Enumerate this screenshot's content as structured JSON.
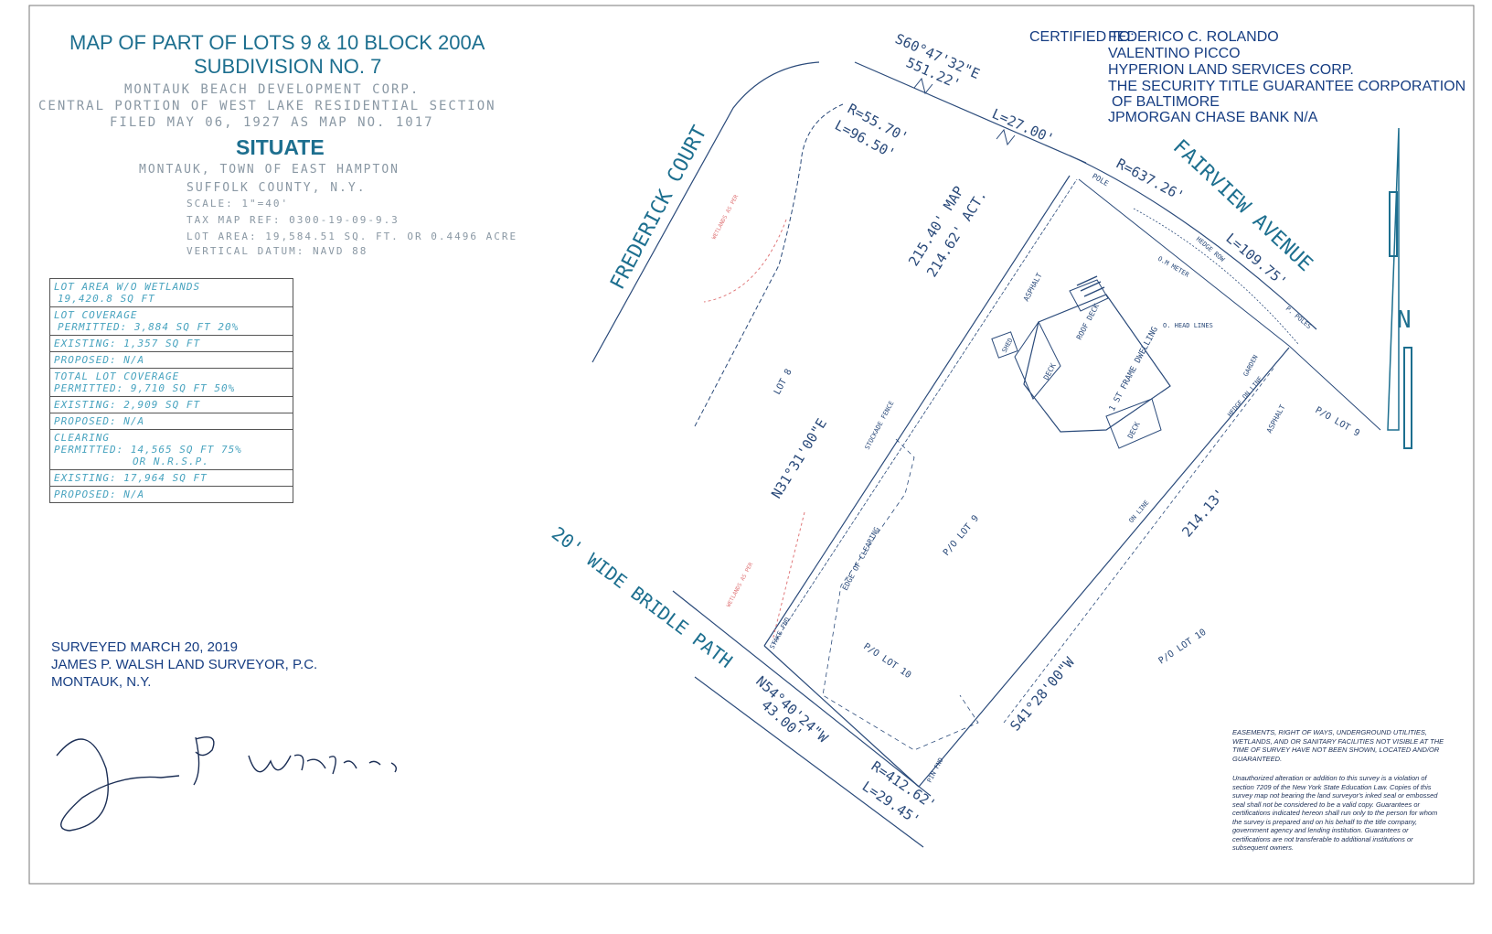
{
  "header": {
    "title_line1": "MAP OF PART OF LOTS 9 & 10 BLOCK 200A",
    "title_line2": "SUBDIVISION NO. 7",
    "dev_corp": "MONTAUK BEACH DEVELOPMENT CORP.",
    "section": "CENTRAL PORTION OF WEST LAKE RESIDENTIAL SECTION",
    "filed": "FILED MAY 06, 1927 AS MAP NO. 1017",
    "situate": "SITUATE",
    "town": "MONTAUK, TOWN OF EAST HAMPTON",
    "county": "SUFFOLK COUNTY, N.Y.",
    "scale": "SCALE: 1\"=40'",
    "tax_map": "TAX MAP REF: 0300-19-09-9.3",
    "lot_area": "LOT AREA: 19,584.51 SQ. FT. OR 0.4496 ACRE",
    "datum": "VERTICAL DATUM: NAVD 88"
  },
  "certified": {
    "label": "CERTIFIED TO:",
    "names": [
      "FEDERICO C. ROLANDO",
      "VALENTINO PICCO",
      "HYPERION LAND SERVICES CORP.",
      "THE SECURITY TITLE GUARANTEE CORPORATION",
      "OF BALTIMORE",
      "JPMORGAN CHASE BANK N/A"
    ]
  },
  "coverage_table": [
    {
      "label": "LOT AREA W/O WETLANDS",
      "value": "19,420.8 SQ FT"
    },
    {
      "label": "LOT COVERAGE",
      "value": "PERMITTED: 3,884 SQ FT 20%"
    },
    {
      "label": "EXISTING: 1,357 SQ FT",
      "value": ""
    },
    {
      "label": "PROPOSED: N/A",
      "value": ""
    },
    {
      "label": "TOTAL LOT COVERAGE",
      "value": "PERMITTED: 9,710 SQ FT 50%"
    },
    {
      "label": "EXISTING: 2,909 SQ FT",
      "value": ""
    },
    {
      "label": "PROPOSED: N/A",
      "value": ""
    },
    {
      "label": "CLEARING",
      "value": "PERMITTED: 14,565 SQ FT 75%",
      "value2": "OR N.R.S.P."
    },
    {
      "label": "EXISTING: 17,964 SQ FT",
      "value": ""
    },
    {
      "label": "PROPOSED: N/A",
      "value": ""
    }
  ],
  "surveyor": {
    "line1": "SURVEYED MARCH 20, 2019",
    "line2": "JAMES P. WALSH LAND SURVEYOR, P.C.",
    "line3": "MONTAUK, N.Y."
  },
  "map_labels": {
    "frederick_court": "FREDERICK COURT",
    "fairview_avenue": "FAIRVIEW AVENUE",
    "bridle_path": "20' WIDE BRIDLE PATH",
    "north": "N",
    "bearing_top": "S60°47'32\"E",
    "dist_top": "551.22'",
    "l_top": "L=27.00'",
    "r_court": "R=55.70'",
    "l_court": "L=96.50'",
    "r_fairview": "R=637.26'",
    "l_fairview": "L=109.75'",
    "west_map": "215.40' MAP",
    "west_act": "214.62' ACT.",
    "west_bearing": "N31°31'00\"E",
    "east_dist": "214.13'",
    "east_bearing": "S41°28'00\"W",
    "south_bearing": "N54°40'24\"W",
    "south_dist": "43.00'",
    "r_bottom": "R=412.62'",
    "l_bottom": "L=29.45'",
    "lot8": "LOT 8",
    "po_lot9_center": "P/O LOT 9",
    "po_lot9_right": "P/O LOT 9",
    "po_lot10_center": "P/O LOT 10",
    "po_lot10_right": "P/O LOT 10",
    "dwelling": "1 ST FRAME DWELLING",
    "deck1": "DECK",
    "deck2": "DECK",
    "roof_deck": "ROOF DECK",
    "shed": "SHED",
    "asphalt1": "ASPHALT",
    "asphalt2": "ASPHALT",
    "gravel": "GARDEN",
    "edge_clearing": "EDGE OF CLEARING",
    "stockade_fence": "STOCKADE FENCE",
    "hedge_row": "HEDGE ROW",
    "hedge_on_line": "HEDGE ON LINE",
    "on_line": "ON LINE",
    "pole": "POLE",
    "poles": "P. POLES",
    "om_meter": "O.M METER",
    "ohead_lines": "O. HEAD LINES",
    "stake_fnd": "STAKE FND",
    "pin_fnd": "PIN FND",
    "wetlands1": "WETLANDS AS PER",
    "wetlands2": "WETLANDS AS PER"
  },
  "notes": {
    "note1": "EASEMENTS, RIGHT OF WAYS, UNDERGROUND UTILITIES, WETLANDS, AND OR SANITARY FACILITIES NOT VISIBLE AT THE TIME OF SURVEY HAVE NOT BEEN SHOWN, LOCATED AND/OR GUARANTEED.",
    "note2": "Unauthorized alteration or addition to this survey is a violation of section 7209 of the New York State Education Law. Copies of this survey map not bearing the land surveyor's inked seal or embossed seal shall not be considered to be a valid copy. Guarantees or certifications indicated hereon shall run only to the person for whom the survey is prepared and on his behalf to the title company, government agency and lending institution. Guarantees or certifications are not transferable to additional institutions or subsequent owners."
  },
  "colors": {
    "ink_blue": "#1d6f8f",
    "line_blue": "#2a4a7a",
    "grey_text": "#8a98a4",
    "wetland_red": "#e0787a"
  }
}
